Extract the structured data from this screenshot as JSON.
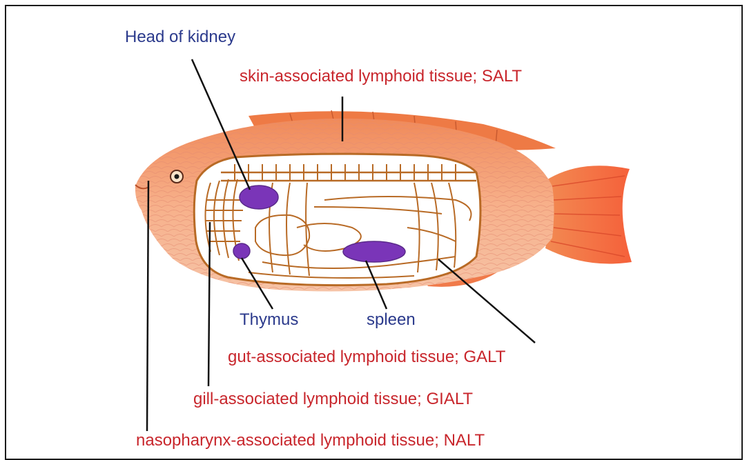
{
  "labels": {
    "head_of_kidney": "Head of kidney",
    "salt": "skin-associated lymphoid tissue; SALT",
    "thymus": "Thymus",
    "spleen": "spleen",
    "galt": "gut-associated lymphoid tissue; GALT",
    "gialt": "gill-associated lymphoid tissue; GIALT",
    "nalt": "nasopharynx-associated lymphoid tissue; NALT"
  },
  "colors": {
    "organ_label": "#2b3a8c",
    "tissue_label": "#c8262c",
    "organ_fill": "#7a35b8",
    "anatomy_line": "#b86a25",
    "fish_body": "#f59a6a",
    "leader_line": "#111111"
  },
  "icons": {
    "fish": "fish-illustration"
  }
}
